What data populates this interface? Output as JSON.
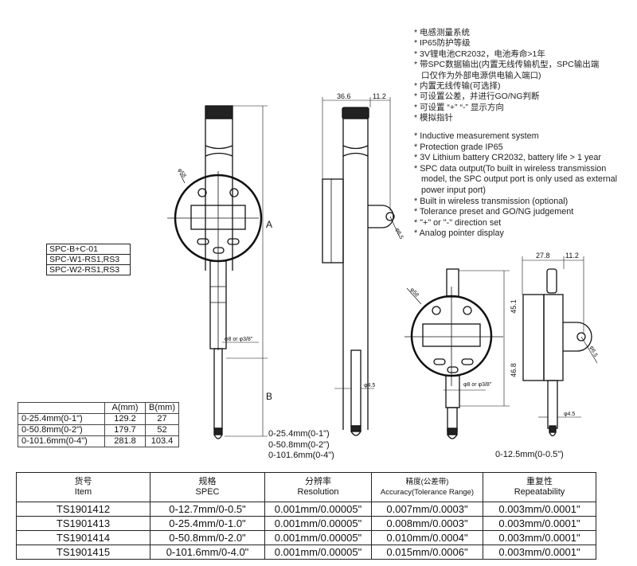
{
  "features_cn": [
    "电感测量系统",
    "IP65防护等级",
    "3V锂电池CR2032，电池寿命>1年",
    "带SPC数据输出(内置无线传输机型，SPC输出端",
    "口仅作为外部电源供电输入端口)",
    "内置无线传输(可选择)",
    "可设置公差，并进行GO/NG判断",
    "可设置 “+” “-” 显示方向",
    "模拟指针"
  ],
  "features_en": [
    "Inductive measurement system",
    "Protection grade IP65",
    "3V Lithium battery CR2032, battery life > 1 year",
    "SPC data output(To built in wireless transmission",
    "model, the SPC output port is only used as external",
    "power input port)",
    "Built in wireless transmission (optional)",
    "Tolerance preset and GO/NG judgement",
    "\"+\" or \"-\" direction set",
    "Analog pointer display"
  ],
  "bullet": "*",
  "models": [
    "SPC-B+C-01",
    "SPC-W1-RS1,RS3",
    "SPC-W2-RS1,RS3"
  ],
  "dims_table": {
    "headers": [
      "",
      "A(mm)",
      "B(mm)"
    ],
    "rows": [
      [
        "0-25.4mm(0-1\")",
        "129.2",
        "27"
      ],
      [
        "0-50.8mm(0-2\")",
        "179.7",
        "52"
      ],
      [
        "0-101.6mm(0-4\")",
        "281.8",
        "103.4"
      ]
    ]
  },
  "drawing": {
    "label_a": "A",
    "label_b": "B",
    "phi58": "φ58",
    "phi8": "φ8 or φ3/8\"",
    "phi65": "φ6.5",
    "phi45": "φ4.5",
    "dim_366": "36.6",
    "dim_112": "11.2",
    "dim_278": "27.8",
    "dim_451": "45.1",
    "dim_468": "46.8",
    "large_ranges": [
      "0-25.4mm(0-1\")",
      "0-50.8mm(0-2\")",
      "0-101.6mm(0-4\")"
    ],
    "small_range": "0-12.5mm(0-0.5\")"
  },
  "spec_table": {
    "headers": [
      [
        "货号",
        "Item"
      ],
      [
        "规格",
        "SPEC"
      ],
      [
        "分辨率",
        "Resolution"
      ],
      [
        "精度(公差带)",
        "Accuracy(Tolerance Range)"
      ],
      [
        "重复性",
        "Repeatability"
      ]
    ],
    "rows": [
      [
        "TS1901412",
        "0-12.7mm/0-0.5\"",
        "0.001mm/0.00005\"",
        "0.007mm/0.0003\"",
        "0.003mm/0.0001\""
      ],
      [
        "TS1901413",
        "0-25.4mm/0-1.0\"",
        "0.001mm/0.00005\"",
        "0.008mm/0.0003\"",
        "0.003mm/0.0001\""
      ],
      [
        "TS1901414",
        "0-50.8mm/0-2.0\"",
        "0.001mm/0.00005\"",
        "0.010mm/0.0004\"",
        "0.003mm/0.0001\""
      ],
      [
        "TS1901415",
        "0-101.6mm/0-4.0\"",
        "0.001mm/0.00005\"",
        "0.015mm/0.0006\"",
        "0.003mm/0.0001\""
      ]
    ]
  }
}
